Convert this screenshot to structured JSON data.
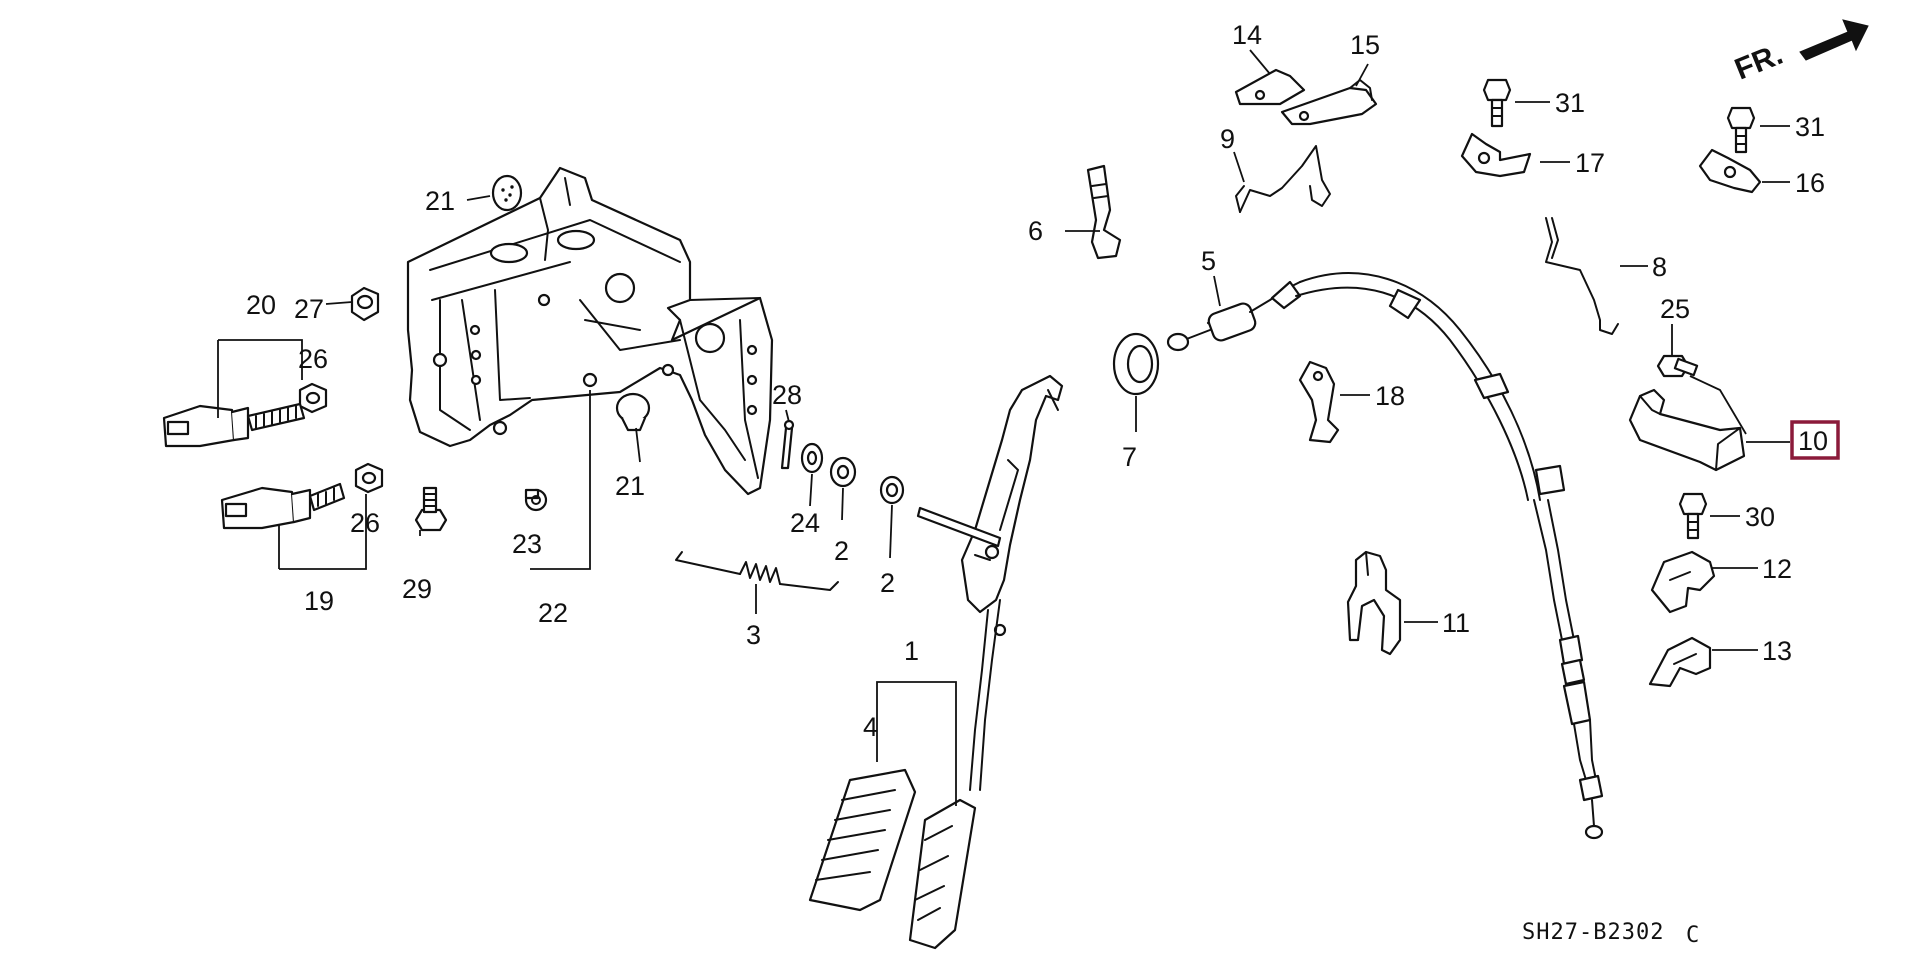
{
  "diagram": {
    "direction_label": "FR.",
    "drawing_code": "SH27-B2302",
    "drawing_code_suffix": "C",
    "highlight_color": "#8b1a3a",
    "callouts": {
      "c1": "1",
      "c2a": "2",
      "c2b": "2",
      "c3": "3",
      "c4": "4",
      "c5": "5",
      "c6": "6",
      "c7": "7",
      "c8": "8",
      "c9": "9",
      "c10": "10",
      "c11": "11",
      "c12": "12",
      "c13": "13",
      "c14": "14",
      "c15": "15",
      "c16": "16",
      "c17": "17",
      "c18": "18",
      "c19": "19",
      "c20": "20",
      "c21a": "21",
      "c21b": "21",
      "c22": "22",
      "c23": "23",
      "c24": "24",
      "c25": "25",
      "c26a": "26",
      "c26b": "26",
      "c27": "27",
      "c28": "28",
      "c29": "29",
      "c30": "30",
      "c31a": "31",
      "c31b": "31"
    }
  }
}
